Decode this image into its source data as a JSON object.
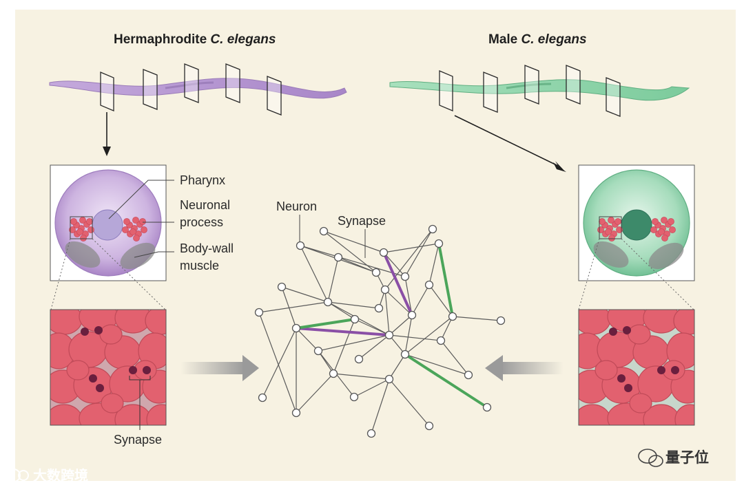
{
  "titles": {
    "herm_prefix": "Hermaphrodite ",
    "herm_italic": "C. elegans",
    "male_prefix": "Male ",
    "male_italic": "C. elegans"
  },
  "labels": {
    "pharynx": "Pharynx",
    "neuronal_process": [
      "Neuronal",
      "process"
    ],
    "body_wall_muscle": [
      "Body-wall",
      "muscle"
    ],
    "synapse_cells": "Synapse",
    "neuron": "Neuron",
    "synapse_network": "Synapse"
  },
  "watermarks": {
    "left": "大数跨境",
    "right": "量子位"
  },
  "colors": {
    "background": "#f7f2e2",
    "hermaphrodite": "#b69ad0",
    "male": "#8fd4a8",
    "cell": "#e2616f",
    "purple_synapse": "#8a4fa6",
    "green_synapse": "#4ba55a"
  }
}
